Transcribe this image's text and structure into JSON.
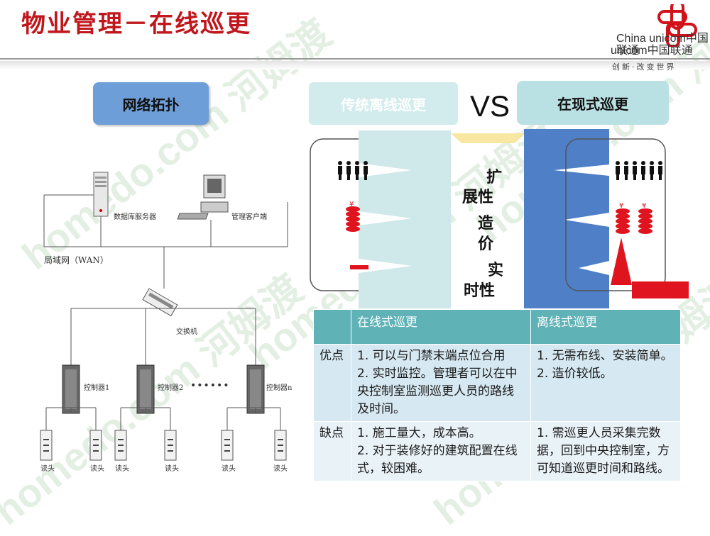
{
  "header": {
    "title": "物业管理－在线巡更",
    "logo": {
      "line1": "China",
      "line1_small": "China unicom中国联通",
      "line2": "unicom中国联通",
      "slogan": "创新·改变世界"
    }
  },
  "buttons": {
    "network_topology": "网络拓扑",
    "traditional_offline": "传统离线巡更",
    "vs": "VS",
    "online": "在现式巡更"
  },
  "topology": {
    "db_server": "数据库服务器",
    "client": "管理客户端",
    "lan": "局域网（WAN）",
    "switch": "交换机",
    "controllers": [
      "控制器1",
      "控制器2",
      "控制器n"
    ],
    "dots": "••••••",
    "readers": [
      "读头",
      "读头",
      "读头",
      "读头",
      "读头",
      "读头"
    ]
  },
  "comparison": {
    "scalability": "扩展性",
    "scalability_lines": [
      "扩",
      "展性"
    ],
    "cost_lines": [
      "造",
      "价"
    ],
    "realtime_lines": [
      "实",
      "时性"
    ]
  },
  "table": {
    "headers": [
      "",
      "在线式巡更",
      "离线式巡更"
    ],
    "rows": [
      {
        "label": "优点",
        "online": [
          "1. 可以与门禁末端点位合用",
          "2. 实时监控。管理者可以在中央控制室监测巡更人员的路线及时间。"
        ],
        "offline": [
          "1. 无需布线、安装简单。",
          "2. 造价较低。"
        ]
      },
      {
        "label": "缺点",
        "online": [
          "1. 施工量大，成本高。",
          "2. 对于装修好的建筑配置在线式，较困难。"
        ],
        "offline": [
          "1. 需巡更人员采集完数据，回到中央控制室，方可知道巡更时间和路线。"
        ]
      }
    ]
  },
  "watermark": "homedo.com 河姆渡",
  "colors": {
    "title_red": "#c0161c",
    "net_button": "#6e9ed8",
    "online_button": "#b9e0e2",
    "offline_button": "#d2ecee",
    "table_header": "#5fb2b6",
    "bar_blue": "#4f7fc6",
    "bar_light": "#cfe8ea",
    "accent_red": "#e0141e",
    "accent_yellow": "#f7e7a2"
  }
}
